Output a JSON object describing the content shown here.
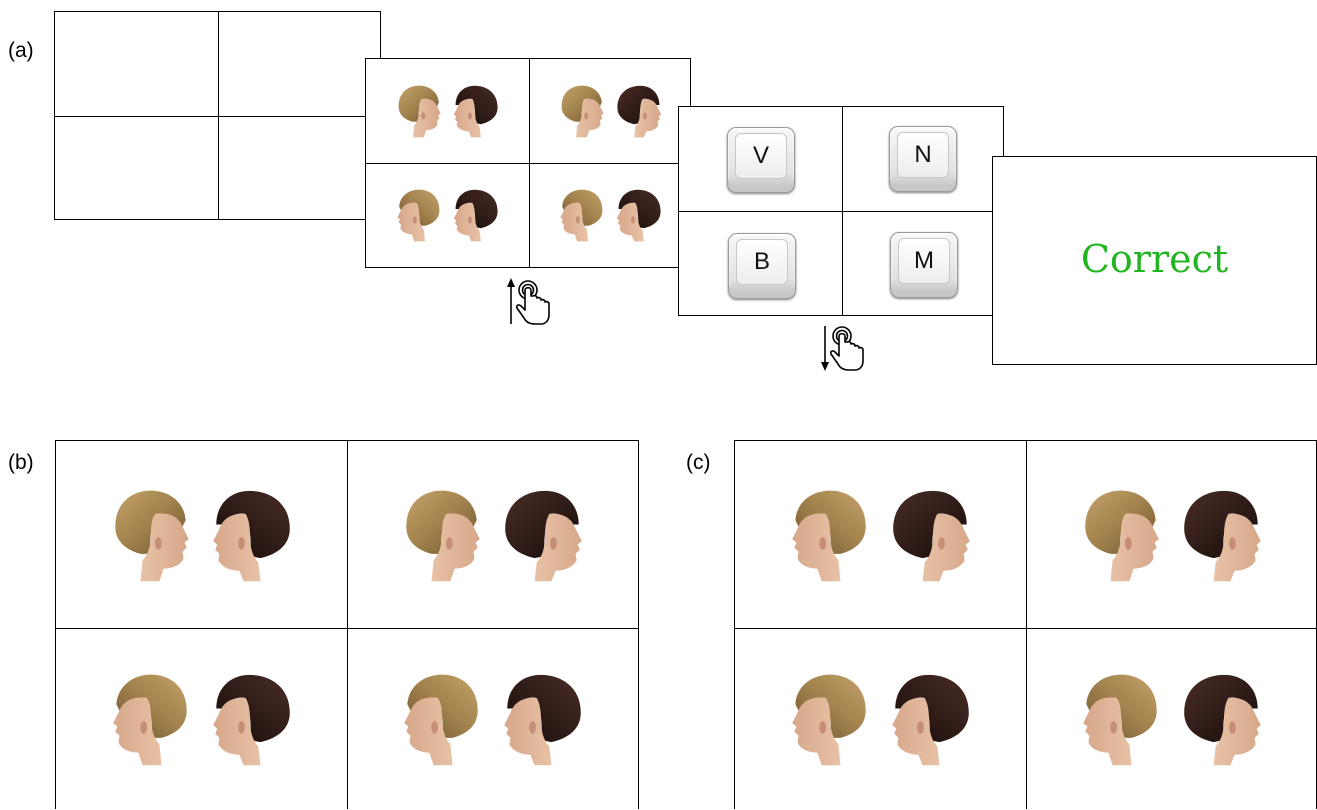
{
  "panels": {
    "a": {
      "label": "(a)",
      "response_keys": {
        "top_left": "V",
        "top_right": "N",
        "bottom_left": "B",
        "bottom_right": "M"
      },
      "feedback_text": "Correct",
      "feedback_color": "#22b522"
    },
    "b": {
      "label": "(b)"
    },
    "c": {
      "label": "(c)"
    }
  },
  "icons": {
    "release": "hand-pointer-with-up-arrow-icon",
    "press": "hand-pointer-with-down-arrow-icon"
  },
  "colors": {
    "hair_blonde": "#a98a52",
    "hair_dark": "#2a1a16",
    "skin_light": "#e3b89d",
    "skin_dark": "#d9a994",
    "frame": "#000000"
  }
}
